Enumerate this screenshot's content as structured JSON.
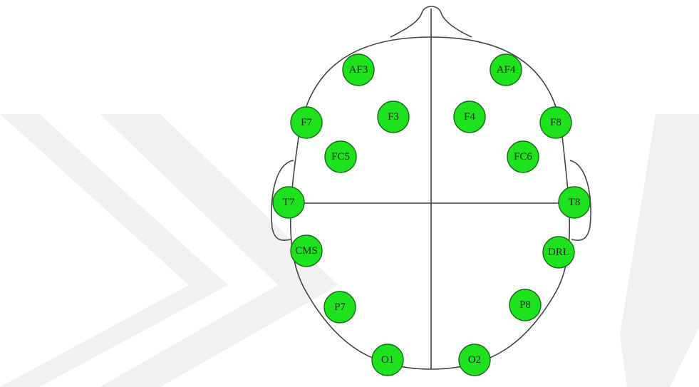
{
  "colors": {
    "electrode_fill": "#1ee21e",
    "electrode_stroke": "#1a6d1a",
    "head_stroke": "#444444",
    "watermark": "#f1f1f1"
  },
  "electrodes": [
    {
      "id": "af3",
      "label": "AF3"
    },
    {
      "id": "af4",
      "label": "AF4"
    },
    {
      "id": "f7",
      "label": "F7"
    },
    {
      "id": "f3",
      "label": "F3"
    },
    {
      "id": "f4",
      "label": "F4"
    },
    {
      "id": "f8",
      "label": "F8"
    },
    {
      "id": "fc5",
      "label": "FC5"
    },
    {
      "id": "fc6",
      "label": "FC6"
    },
    {
      "id": "t7",
      "label": "T7"
    },
    {
      "id": "t8",
      "label": "T8"
    },
    {
      "id": "cms",
      "label": "CMS"
    },
    {
      "id": "drl",
      "label": "DRL"
    },
    {
      "id": "p7",
      "label": "P7"
    },
    {
      "id": "p8",
      "label": "P8"
    },
    {
      "id": "o1",
      "label": "O1"
    },
    {
      "id": "o2",
      "label": "O2"
    }
  ]
}
